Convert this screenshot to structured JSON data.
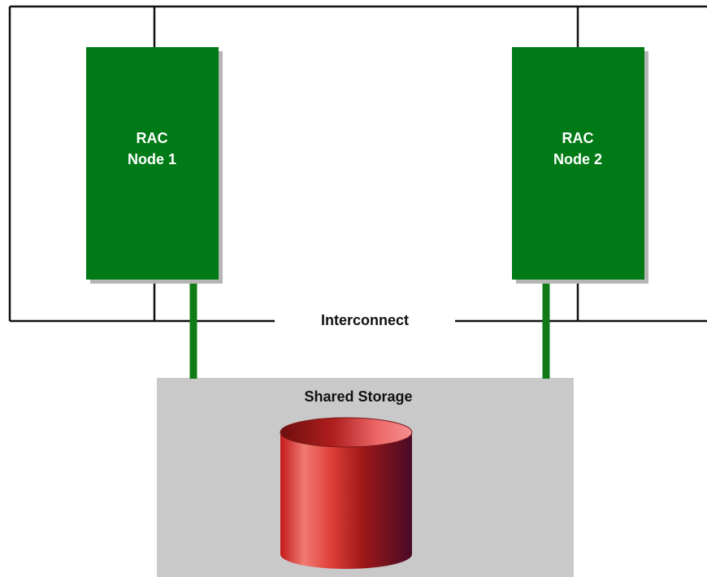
{
  "diagram": {
    "nodes": [
      {
        "line1": "RAC",
        "line2": "Node 1"
      },
      {
        "line1": "RAC",
        "line2": "Node 2"
      }
    ],
    "interconnect_label": "Interconnect",
    "storage_label": "Shared Storage",
    "colors": {
      "node_fill": "#007a16",
      "node_shadow": "#b5b5b5",
      "storage_fill": "#c9c9c9",
      "link": "#0f7a16",
      "wire": "#111111",
      "cylinder_light": "#f07070",
      "cylinder_dark": "#5a1030"
    }
  }
}
